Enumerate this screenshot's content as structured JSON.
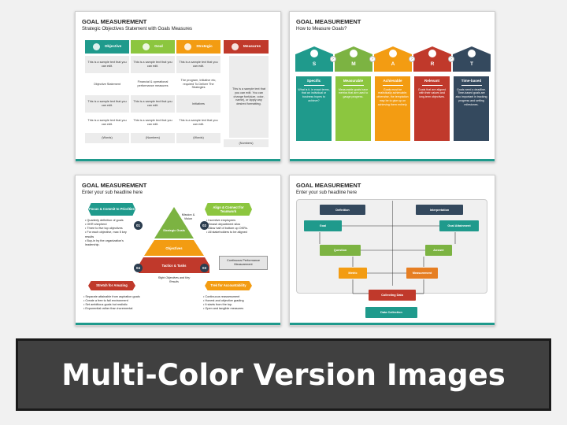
{
  "banner": {
    "title": "Multi-Color Version Images"
  },
  "colors": {
    "teal": "#1f9a8c",
    "green": "#8cc63f",
    "orange": "#f39c12",
    "red": "#c0392b",
    "navy": "#34495e",
    "lime": "#7cb342",
    "banner": "#404040"
  },
  "slide1": {
    "title": "GOAL MEASUREMENT",
    "subtitle": "Strategic Objectives Statement with Goals Measures",
    "headers": [
      {
        "label": "Objective",
        "icon": "target-icon"
      },
      {
        "label": "Goal",
        "icon": "climber-icon"
      },
      {
        "label": "Strategic",
        "icon": "chess-knight-icon"
      },
      {
        "label": "Measures",
        "icon": "tools-icon"
      }
    ],
    "rows": [
      [
        "This is a sample text that you can edit.",
        "This is a sample text that you can edit.",
        "This is a sample text that you can edit."
      ],
      [
        "Objective Statement",
        "Financial & operational performance measures",
        "The program, Initiative etc, required To Deliver The Strategies"
      ],
      [
        "This is a sample text that you can edit.",
        "This is a sample text that you can edit.",
        "Initiatives"
      ],
      [
        "This is a sample text that you can edit.",
        "This is a sample text that you can edit.",
        "This is a sample text that you can edit."
      ],
      [
        "(Words)",
        "(Numbers)",
        "(Words)"
      ]
    ],
    "measures_text": "This is a sample text that you can edit. You can change font(size, color, name), or apply any desired formatting.",
    "measures_footer": "(Numbers)"
  },
  "slide2": {
    "title": "GOAL MEASUREMENT",
    "subtitle": "How to Measure Goals?",
    "items": [
      {
        "letter": "S",
        "heading": "Specific",
        "text": "What is it, in exact terms, that an individual or business hopes to achieve?",
        "icon": "crosshair-icon"
      },
      {
        "letter": "M",
        "heading": "Measurable",
        "text": "Measurable goals have metrics that are used to gauge progress.",
        "icon": "arrows-icon"
      },
      {
        "letter": "A",
        "heading": "Achievable",
        "text": "Goals must be realistically achievable; otherwise, the temptation may be to give up on achieving them entirely.",
        "icon": "trophy-icon"
      },
      {
        "letter": "R",
        "heading": "Relevant",
        "text": "Goals that are aligned with their values and long-term objectives.",
        "icon": "dartboard-icon"
      },
      {
        "letter": "T",
        "heading": "Time-based",
        "text": "Goals need a deadline. Time-based goals are also important in tracking progress and setting milestones.",
        "icon": "clock-icon"
      }
    ]
  },
  "slide3": {
    "title": "GOAL MEASUREMENT",
    "subtitle": "Enter your sub headline here",
    "boxes": {
      "focus": "Focus & Commit to Priorities",
      "align": "Align & Connect for Teamwork",
      "stretch": "Stretch for Amazing",
      "track": "Trek for Accountability"
    },
    "numbers": [
      "01",
      "02",
      "03",
      "04"
    ],
    "pyramid": {
      "top": "Strategic Goals",
      "mid": "Objectives",
      "bottom": "Tactics & Tasks"
    },
    "mission": "Mission & Vision",
    "right_objectives": "Right Objectives and Key Results",
    "continuous": "Continuous Performance Measurement",
    "list_focus": [
      "Quarterly definition of goals",
      "OKR shepherd",
      "Three to five top objectives",
      "For each objective, max 5 key results",
      "Buy-in by the organization's leadership."
    ],
    "list_align": [
      "Incentive employees",
      "Smash department silos",
      "Allow half of bottom up OKRs.",
      "All stakeholders to be aligned"
    ],
    "list_stretch": [
      "Separate attainable from aspiration goals",
      "Create a free to fail environment",
      "Set ambitious goals but realistic",
      "Exponential rather than incremental"
    ],
    "list_track": [
      "Continuous reassessment",
      "Honest and objective grading",
      "It starts from the top.",
      "Open and tangible measures"
    ]
  },
  "slide4": {
    "title": "GOAL MEASUREMENT",
    "subtitle": "Enter your sub headline here",
    "definition": "Definition",
    "interpretation": "Interpretation",
    "goal": "Goal",
    "goal_attainment": "Goal Attainment",
    "question": "Question",
    "answer": "Answer",
    "metric": "Metric",
    "measurement": "Measurement",
    "collecting": "Collecting Data",
    "data_collection": "Data Collection"
  }
}
